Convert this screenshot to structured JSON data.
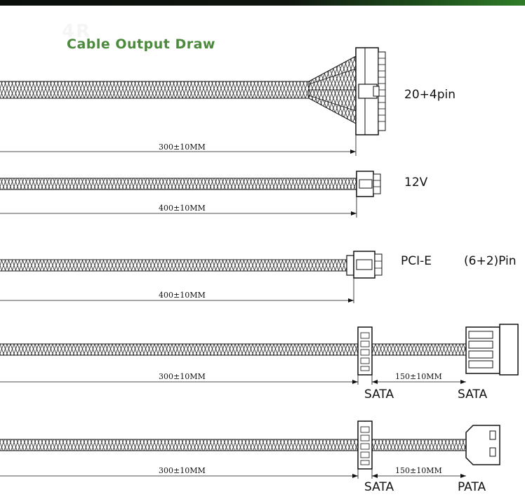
{
  "header": {
    "title": "Cable Output Draw",
    "watermark": "4R"
  },
  "cables": [
    {
      "connector": "20+4pin",
      "length": "300±10MM"
    },
    {
      "connector": "12V",
      "length": "400±10MM"
    },
    {
      "connector": "PCI-E",
      "extra": "(6+2)Pin",
      "length": "400±10MM"
    },
    {
      "connector_a": "SATA",
      "connector_b": "SATA",
      "length_a": "300±10MM",
      "length_b": "150±10MM"
    },
    {
      "connector_a": "SATA",
      "connector_b": "PATA",
      "length_a": "300±10MM",
      "length_b": "150±10MM"
    }
  ],
  "colors": {
    "title": "#4b8a3c",
    "line": "#111111"
  }
}
